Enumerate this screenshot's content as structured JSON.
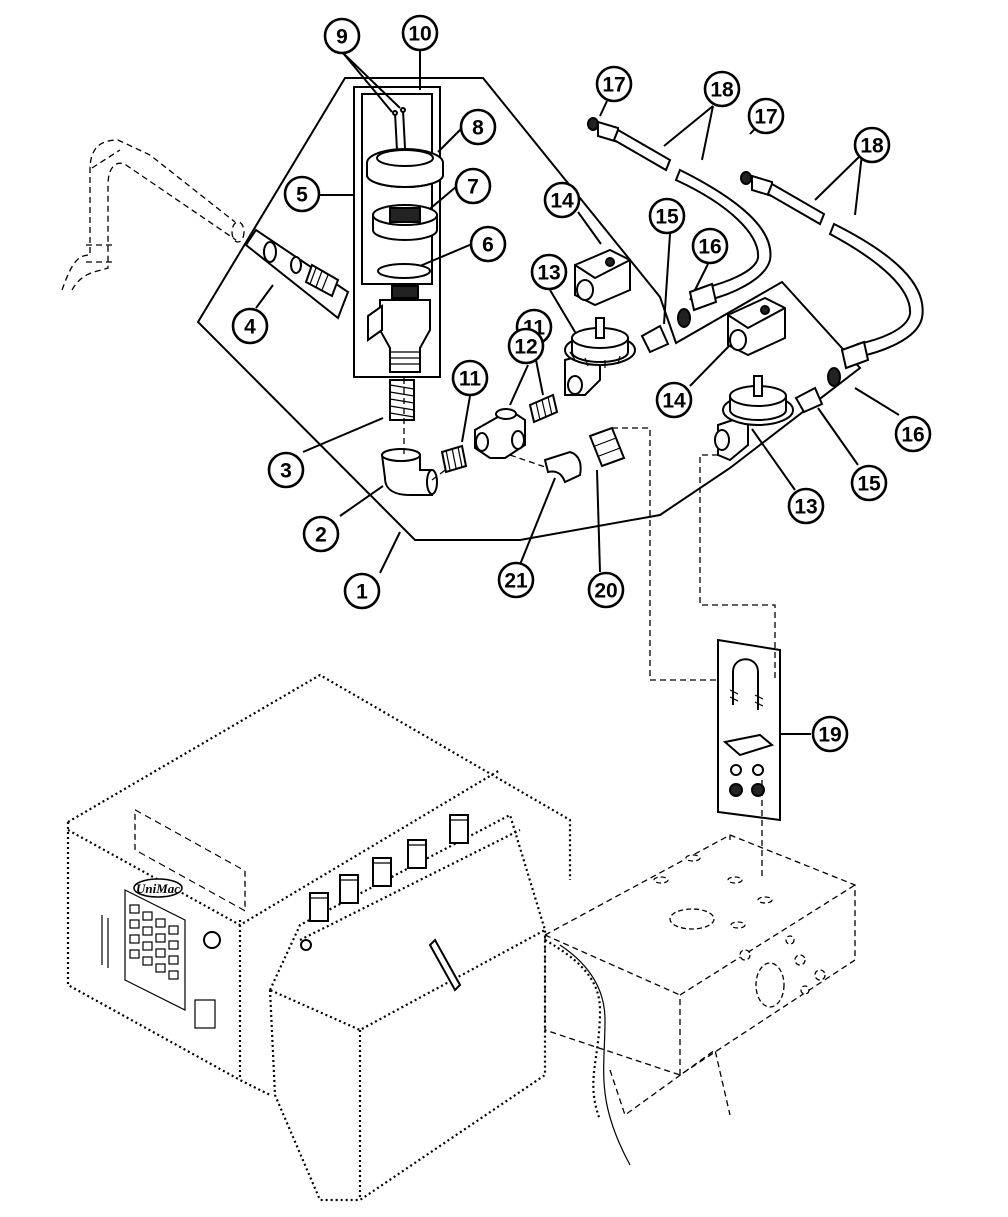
{
  "figure": {
    "brand_logo": "UniMac",
    "callouts": [
      {
        "id": "c1",
        "label": "1"
      },
      {
        "id": "c2",
        "label": "2"
      },
      {
        "id": "c3",
        "label": "3"
      },
      {
        "id": "c4",
        "label": "4"
      },
      {
        "id": "c5",
        "label": "5"
      },
      {
        "id": "c6",
        "label": "6"
      },
      {
        "id": "c7",
        "label": "7"
      },
      {
        "id": "c8",
        "label": "8"
      },
      {
        "id": "c9",
        "label": "9"
      },
      {
        "id": "c10",
        "label": "10"
      },
      {
        "id": "c11a",
        "label": "11"
      },
      {
        "id": "c11b",
        "label": "11"
      },
      {
        "id": "c12",
        "label": "12"
      },
      {
        "id": "c13a",
        "label": "13"
      },
      {
        "id": "c13b",
        "label": "13"
      },
      {
        "id": "c14a",
        "label": "14"
      },
      {
        "id": "c14b",
        "label": "14"
      },
      {
        "id": "c15a",
        "label": "15"
      },
      {
        "id": "c15b",
        "label": "15"
      },
      {
        "id": "c16a",
        "label": "16"
      },
      {
        "id": "c16b",
        "label": "16"
      },
      {
        "id": "c17a",
        "label": "17"
      },
      {
        "id": "c17b",
        "label": "17"
      },
      {
        "id": "c18a",
        "label": "18"
      },
      {
        "id": "c18b",
        "label": "18"
      },
      {
        "id": "c19",
        "label": "19"
      },
      {
        "id": "c20",
        "label": "20"
      },
      {
        "id": "c21",
        "label": "21"
      }
    ]
  }
}
